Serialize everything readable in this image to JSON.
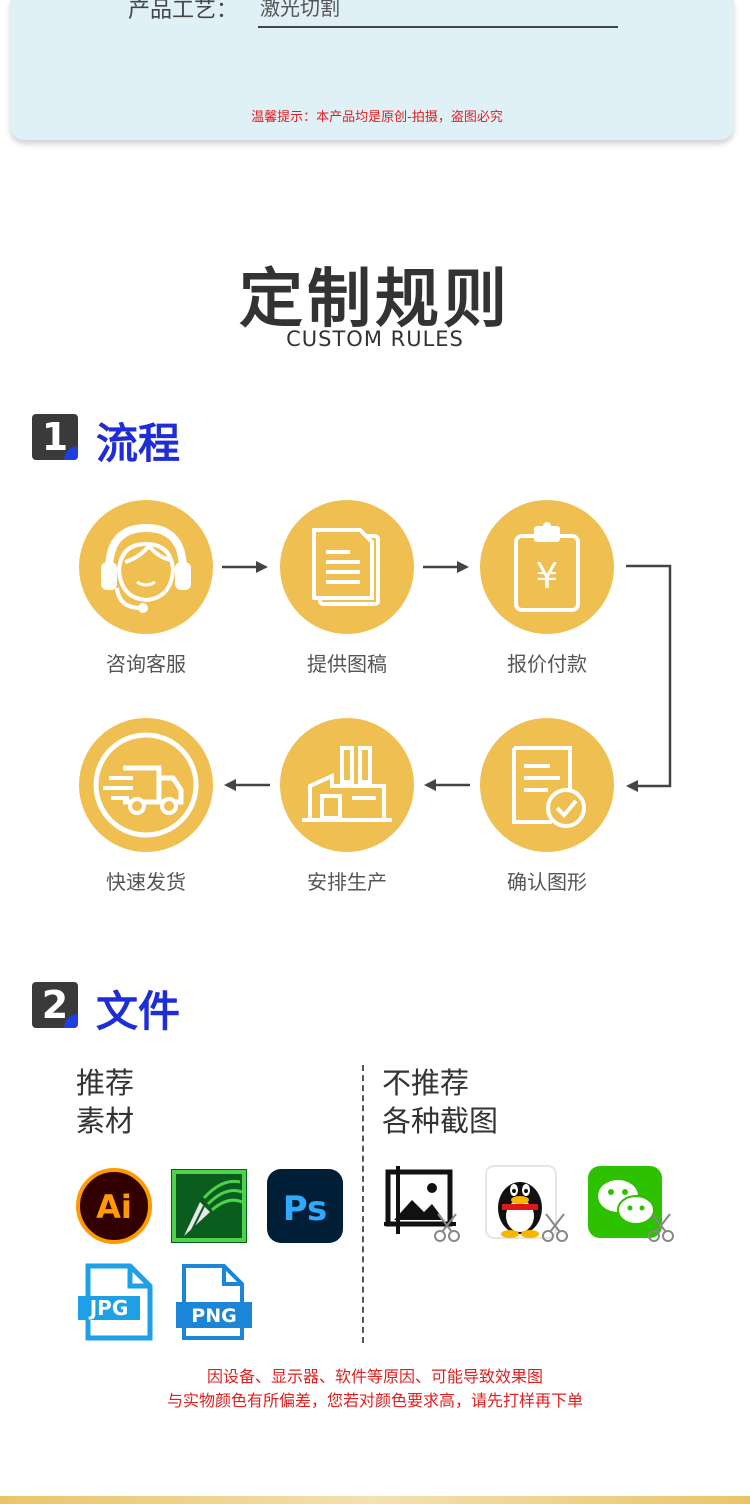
{
  "top": {
    "craft_label": "产品工艺：",
    "craft_value": "激光切割",
    "notice": "温馨提示：本产品均是原创-拍摄，盗图必究"
  },
  "heading": {
    "title": "定制规则",
    "subtitle": "CUSTOM RULES"
  },
  "section1": {
    "number": "1",
    "title": "流程",
    "steps": [
      {
        "label": "咨询客服",
        "icon": "headset-icon"
      },
      {
        "label": "提供图稿",
        "icon": "document-icon"
      },
      {
        "label": "报价付款",
        "icon": "clipboard-yen-icon"
      },
      {
        "label": "确认图形",
        "icon": "document-check-icon"
      },
      {
        "label": "安排生产",
        "icon": "factory-icon"
      },
      {
        "label": "快速发货",
        "icon": "delivery-truck-icon"
      }
    ]
  },
  "section2": {
    "number": "2",
    "title": "文件",
    "recommended_line1": "推荐",
    "recommended_line2": "素材",
    "not_recommended_line1": "不推荐",
    "not_recommended_line2": "各种截图",
    "recommended_logos": [
      "Ai",
      "Ps",
      "JPG",
      "PNG"
    ],
    "footnote_line1": "因设备、显示器、软件等原因、可能导致效果图",
    "footnote_line2": "与实物颜色有所偏差，您若对颜色要求高，请先打样再下单"
  },
  "colors": {
    "accent_gold": "#efbf52",
    "title_blue": "#1e2dd6",
    "notice_red": "#e02020"
  }
}
